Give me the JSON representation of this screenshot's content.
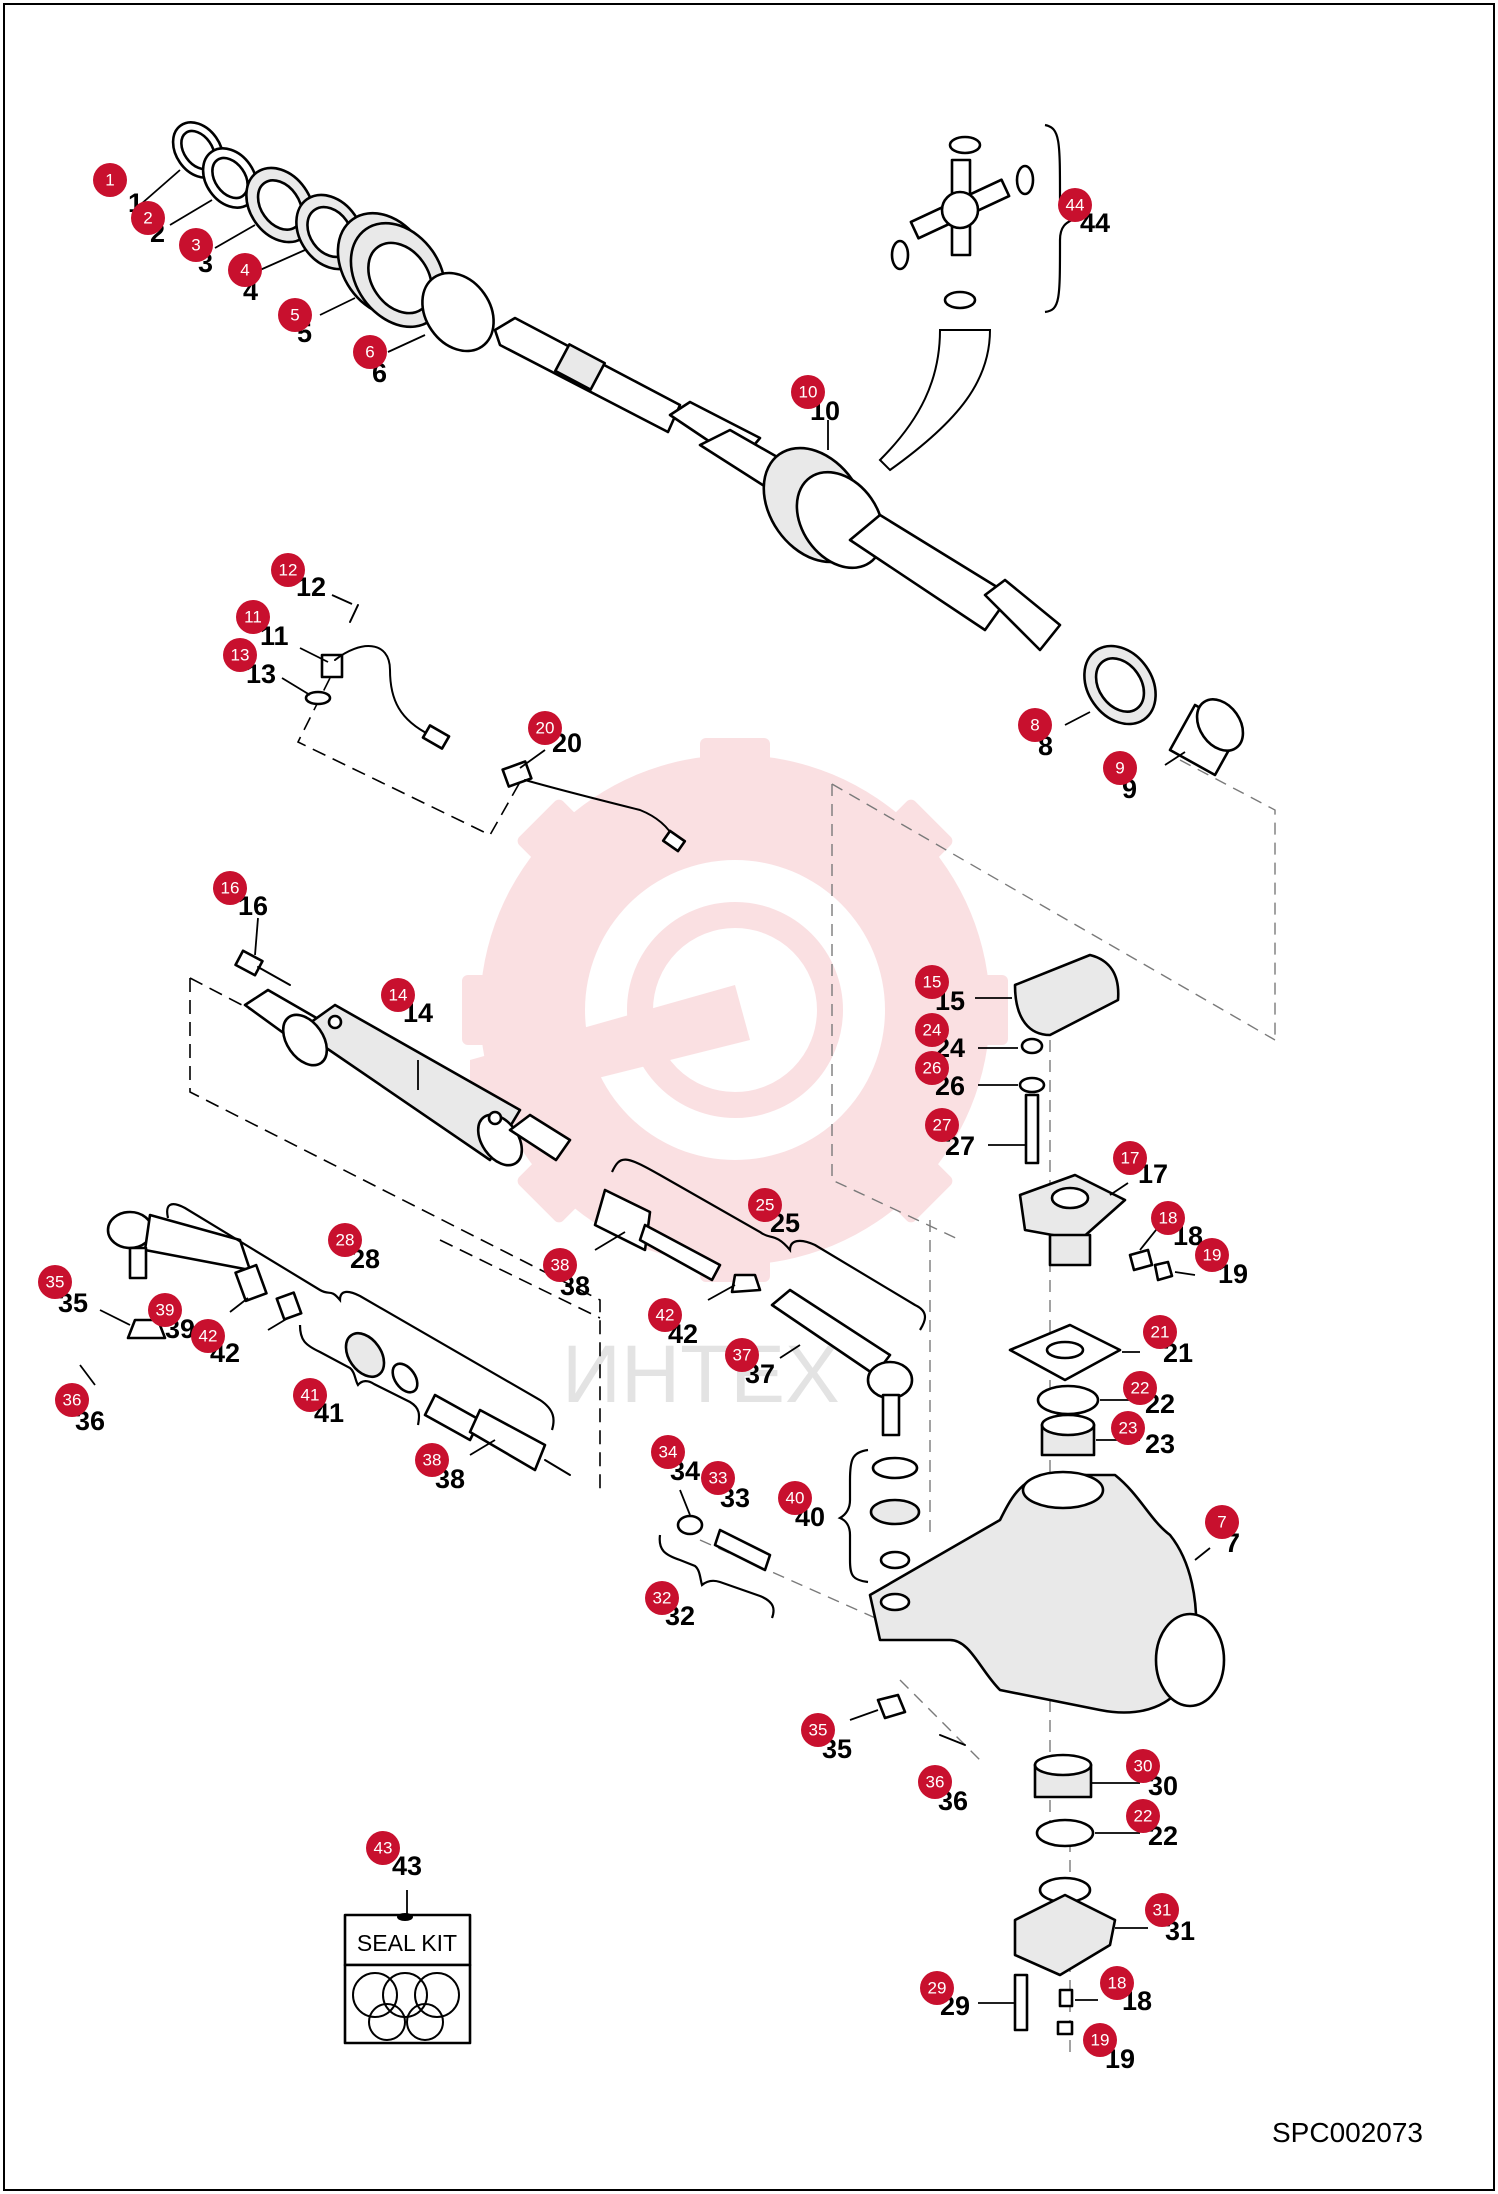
{
  "drawing": {
    "reference": "SPC002073",
    "watermark": "ИНТЕХ",
    "seal_kit_label": "SEAL KIT"
  },
  "callouts": [
    {
      "id": "c1",
      "num": "1",
      "badge": "1"
    },
    {
      "id": "c2",
      "num": "2",
      "badge": "2"
    },
    {
      "id": "c3",
      "num": "3",
      "badge": "3"
    },
    {
      "id": "c4",
      "num": "4",
      "badge": "4"
    },
    {
      "id": "c5",
      "num": "5",
      "badge": "5"
    },
    {
      "id": "c6",
      "num": "6",
      "badge": "6"
    },
    {
      "id": "c44",
      "num": "44",
      "badge": "44"
    },
    {
      "id": "c10",
      "num": "10",
      "badge": "10"
    },
    {
      "id": "c12",
      "num": "12",
      "badge": "12"
    },
    {
      "id": "c11",
      "num": "11",
      "badge": "11"
    },
    {
      "id": "c13",
      "num": "13",
      "badge": "13"
    },
    {
      "id": "c20",
      "num": "20",
      "badge": "20"
    },
    {
      "id": "c8",
      "num": "8",
      "badge": "8"
    },
    {
      "id": "c9",
      "num": "9",
      "badge": "9"
    },
    {
      "id": "c16",
      "num": "16",
      "badge": "16"
    },
    {
      "id": "c14",
      "num": "14",
      "badge": "14"
    },
    {
      "id": "c15",
      "num": "15",
      "badge": "15"
    },
    {
      "id": "c24",
      "num": "24",
      "badge": "24"
    },
    {
      "id": "c26",
      "num": "26",
      "badge": "26"
    },
    {
      "id": "c27",
      "num": "27",
      "badge": "27"
    },
    {
      "id": "c17",
      "num": "17",
      "badge": "17"
    },
    {
      "id": "c18a",
      "num": "18",
      "badge": "18"
    },
    {
      "id": "c19a",
      "num": "19",
      "badge": "19"
    },
    {
      "id": "c25",
      "num": "25",
      "badge": "25"
    },
    {
      "id": "c28",
      "num": "28",
      "badge": "28"
    },
    {
      "id": "c38a",
      "num": "38",
      "badge": "38"
    },
    {
      "id": "c35a",
      "num": "35",
      "badge": "35"
    },
    {
      "id": "c39",
      "num": "39",
      "badge": "39"
    },
    {
      "id": "c42a",
      "num": "42",
      "badge": "42"
    },
    {
      "id": "c42b",
      "num": "42",
      "badge": "42"
    },
    {
      "id": "c37",
      "num": "37",
      "badge": "37"
    },
    {
      "id": "c21",
      "num": "21",
      "badge": "21"
    },
    {
      "id": "c22a",
      "num": "22",
      "badge": "22"
    },
    {
      "id": "c23",
      "num": "23",
      "badge": "23"
    },
    {
      "id": "c36a",
      "num": "36",
      "badge": "36"
    },
    {
      "id": "c41",
      "num": "41",
      "badge": "41"
    },
    {
      "id": "c38b",
      "num": "38",
      "badge": "38"
    },
    {
      "id": "c34",
      "num": "34",
      "badge": "34"
    },
    {
      "id": "c33",
      "num": "33",
      "badge": "33"
    },
    {
      "id": "c40",
      "num": "40",
      "badge": "40"
    },
    {
      "id": "c7",
      "num": "7",
      "badge": "7"
    },
    {
      "id": "c32",
      "num": "32",
      "badge": "32"
    },
    {
      "id": "c35b",
      "num": "35",
      "badge": "35"
    },
    {
      "id": "c36b",
      "num": "36",
      "badge": "36"
    },
    {
      "id": "c30",
      "num": "30",
      "badge": "30"
    },
    {
      "id": "c22b",
      "num": "22",
      "badge": "22"
    },
    {
      "id": "c43",
      "num": "43",
      "badge": "43"
    },
    {
      "id": "c31",
      "num": "31",
      "badge": "31"
    },
    {
      "id": "c29",
      "num": "29",
      "badge": "29"
    },
    {
      "id": "c18b",
      "num": "18",
      "badge": "18"
    },
    {
      "id": "c19b",
      "num": "19",
      "badge": "19"
    }
  ]
}
